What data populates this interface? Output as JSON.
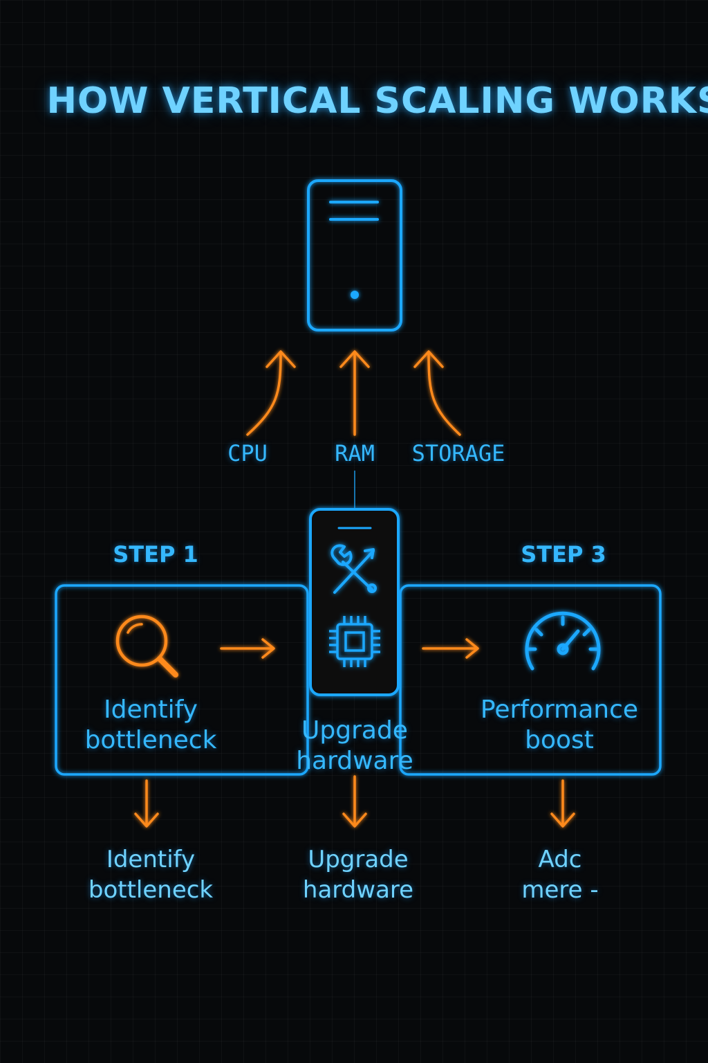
{
  "title": "HOW VERTICAL SCALING WORKS",
  "resources": [
    "CPU",
    "RAM",
    "STORAGE"
  ],
  "steps": [
    {
      "label": "STEP 1",
      "lines": [
        "Identify",
        "bottleneck"
      ]
    },
    {
      "label": "",
      "lines": [
        "Upgrade",
        "hardware"
      ]
    },
    {
      "label": "STEP 3",
      "lines": [
        "Performance",
        "boost"
      ]
    }
  ],
  "bottom_notes": [
    {
      "lines": [
        "Identify",
        "bottleneck"
      ]
    },
    {
      "lines": [
        "Upgrade",
        "hardware"
      ]
    },
    {
      "lines": [
        "Adc",
        "mere -"
      ]
    }
  ],
  "icons": {
    "server": "server-icon",
    "magnifier": "magnifier-icon",
    "tools": "tools-icon",
    "chip": "chip-icon",
    "gauge": "speedometer-icon"
  },
  "colors": {
    "primary_blue": "#1aa8ff",
    "accent_orange": "#ff8a1a",
    "background": "#07090b"
  }
}
